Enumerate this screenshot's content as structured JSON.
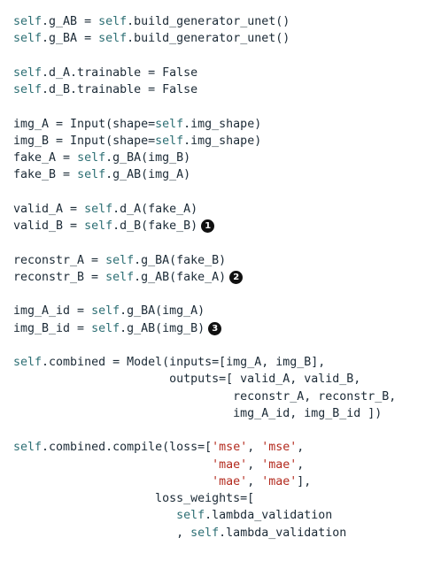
{
  "code_lines": [
    {
      "text": "self.g_AB = self.build_generator_unet()",
      "callout": ""
    },
    {
      "text": "self.g_BA = self.build_generator_unet()",
      "callout": ""
    },
    {
      "text": "",
      "callout": ""
    },
    {
      "text": "self.d_A.trainable = False",
      "callout": ""
    },
    {
      "text": "self.d_B.trainable = False",
      "callout": ""
    },
    {
      "text": "",
      "callout": ""
    },
    {
      "text": "img_A = Input(shape=self.img_shape)",
      "callout": ""
    },
    {
      "text": "img_B = Input(shape=self.img_shape)",
      "callout": ""
    },
    {
      "text": "fake_A = self.g_BA(img_B)",
      "callout": ""
    },
    {
      "text": "fake_B = self.g_AB(img_A)",
      "callout": ""
    },
    {
      "text": "",
      "callout": ""
    },
    {
      "text": "valid_A = self.d_A(fake_A)",
      "callout": ""
    },
    {
      "text": "valid_B = self.d_B(fake_B)",
      "callout": "1"
    },
    {
      "text": "",
      "callout": ""
    },
    {
      "text": "reconstr_A = self.g_BA(fake_B)",
      "callout": ""
    },
    {
      "text": "reconstr_B = self.g_AB(fake_A)",
      "callout": "2"
    },
    {
      "text": "",
      "callout": ""
    },
    {
      "text": "img_A_id = self.g_BA(img_A)",
      "callout": ""
    },
    {
      "text": "img_B_id = self.g_AB(img_B)",
      "callout": "3"
    },
    {
      "text": "",
      "callout": ""
    },
    {
      "text": "self.combined = Model(inputs=[img_A, img_B],",
      "callout": ""
    },
    {
      "text": "                      outputs=[ valid_A, valid_B,",
      "callout": ""
    },
    {
      "text": "                               reconstr_A, reconstr_B,",
      "callout": ""
    },
    {
      "text": "                               img_A_id, img_B_id ])",
      "callout": ""
    },
    {
      "text": "",
      "callout": ""
    },
    {
      "text": "self.combined.compile(loss=['mse', 'mse',",
      "callout": ""
    },
    {
      "text": "                            'mae', 'mae',",
      "callout": ""
    },
    {
      "text": "                            'mae', 'mae'],",
      "callout": ""
    },
    {
      "text": "                    loss_weights=[",
      "callout": ""
    },
    {
      "text": "                       self.lambda_validation",
      "callout": ""
    },
    {
      "text": "                       , self.lambda_validation",
      "callout": ""
    }
  ],
  "colors": {
    "text": "#1b2a36",
    "self_keyword": "#2d6f74",
    "string_literal": "#b32a1e",
    "callout_bg": "#111111"
  }
}
